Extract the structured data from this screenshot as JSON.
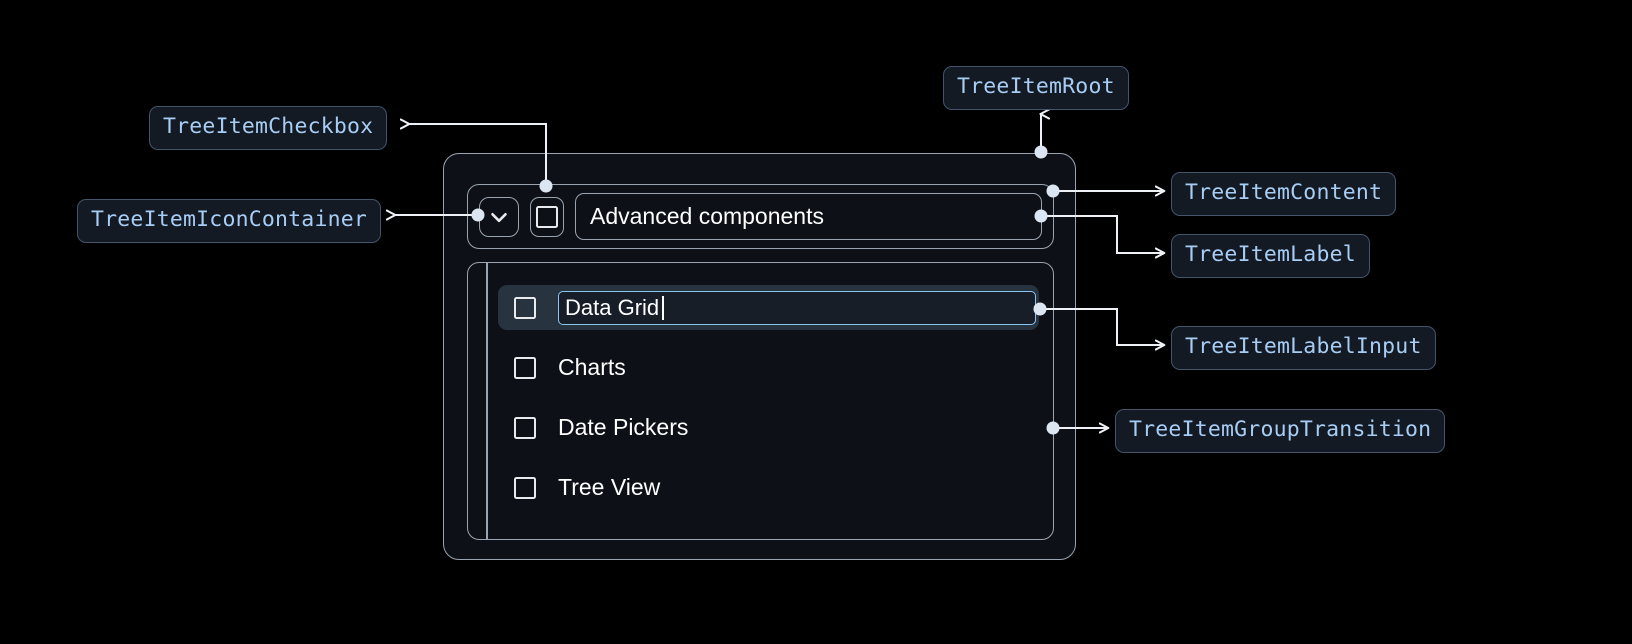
{
  "meta": {
    "background_color": "#000000",
    "chip_text_color": "#a8cdf5",
    "chip_bg_color": "#131a23",
    "chip_border_color": "#44546b",
    "connector_color": "#eef2f7",
    "panel_border_color": "#9aa4b0",
    "panel_bg_color": "#0d1117",
    "selected_row_color": "#283340",
    "input_border_color": "#8ec4f2"
  },
  "annotations": [
    {
      "id": "tree-item-checkbox",
      "label": "TreeItemCheckbox"
    },
    {
      "id": "tree-item-icon-container",
      "label": "TreeItemIconContainer"
    },
    {
      "id": "tree-item-root",
      "label": "TreeItemRoot"
    },
    {
      "id": "tree-item-content",
      "label": "TreeItemContent"
    },
    {
      "id": "tree-item-label",
      "label": "TreeItemLabel"
    },
    {
      "id": "tree-item-label-input",
      "label": "TreeItemLabelInput"
    },
    {
      "id": "tree-item-group-transition",
      "label": "TreeItemGroupTransition"
    }
  ],
  "tree": {
    "root": {
      "label": "Advanced components",
      "expand_icon": "chevron-down-icon",
      "checkbox_checked": false
    },
    "children": [
      {
        "label": "Data Grid",
        "editing": true,
        "checkbox_checked": false
      },
      {
        "label": "Charts",
        "editing": false,
        "checkbox_checked": false
      },
      {
        "label": "Date Pickers",
        "editing": false,
        "checkbox_checked": false
      },
      {
        "label": "Tree View",
        "editing": false,
        "checkbox_checked": false
      }
    ]
  }
}
